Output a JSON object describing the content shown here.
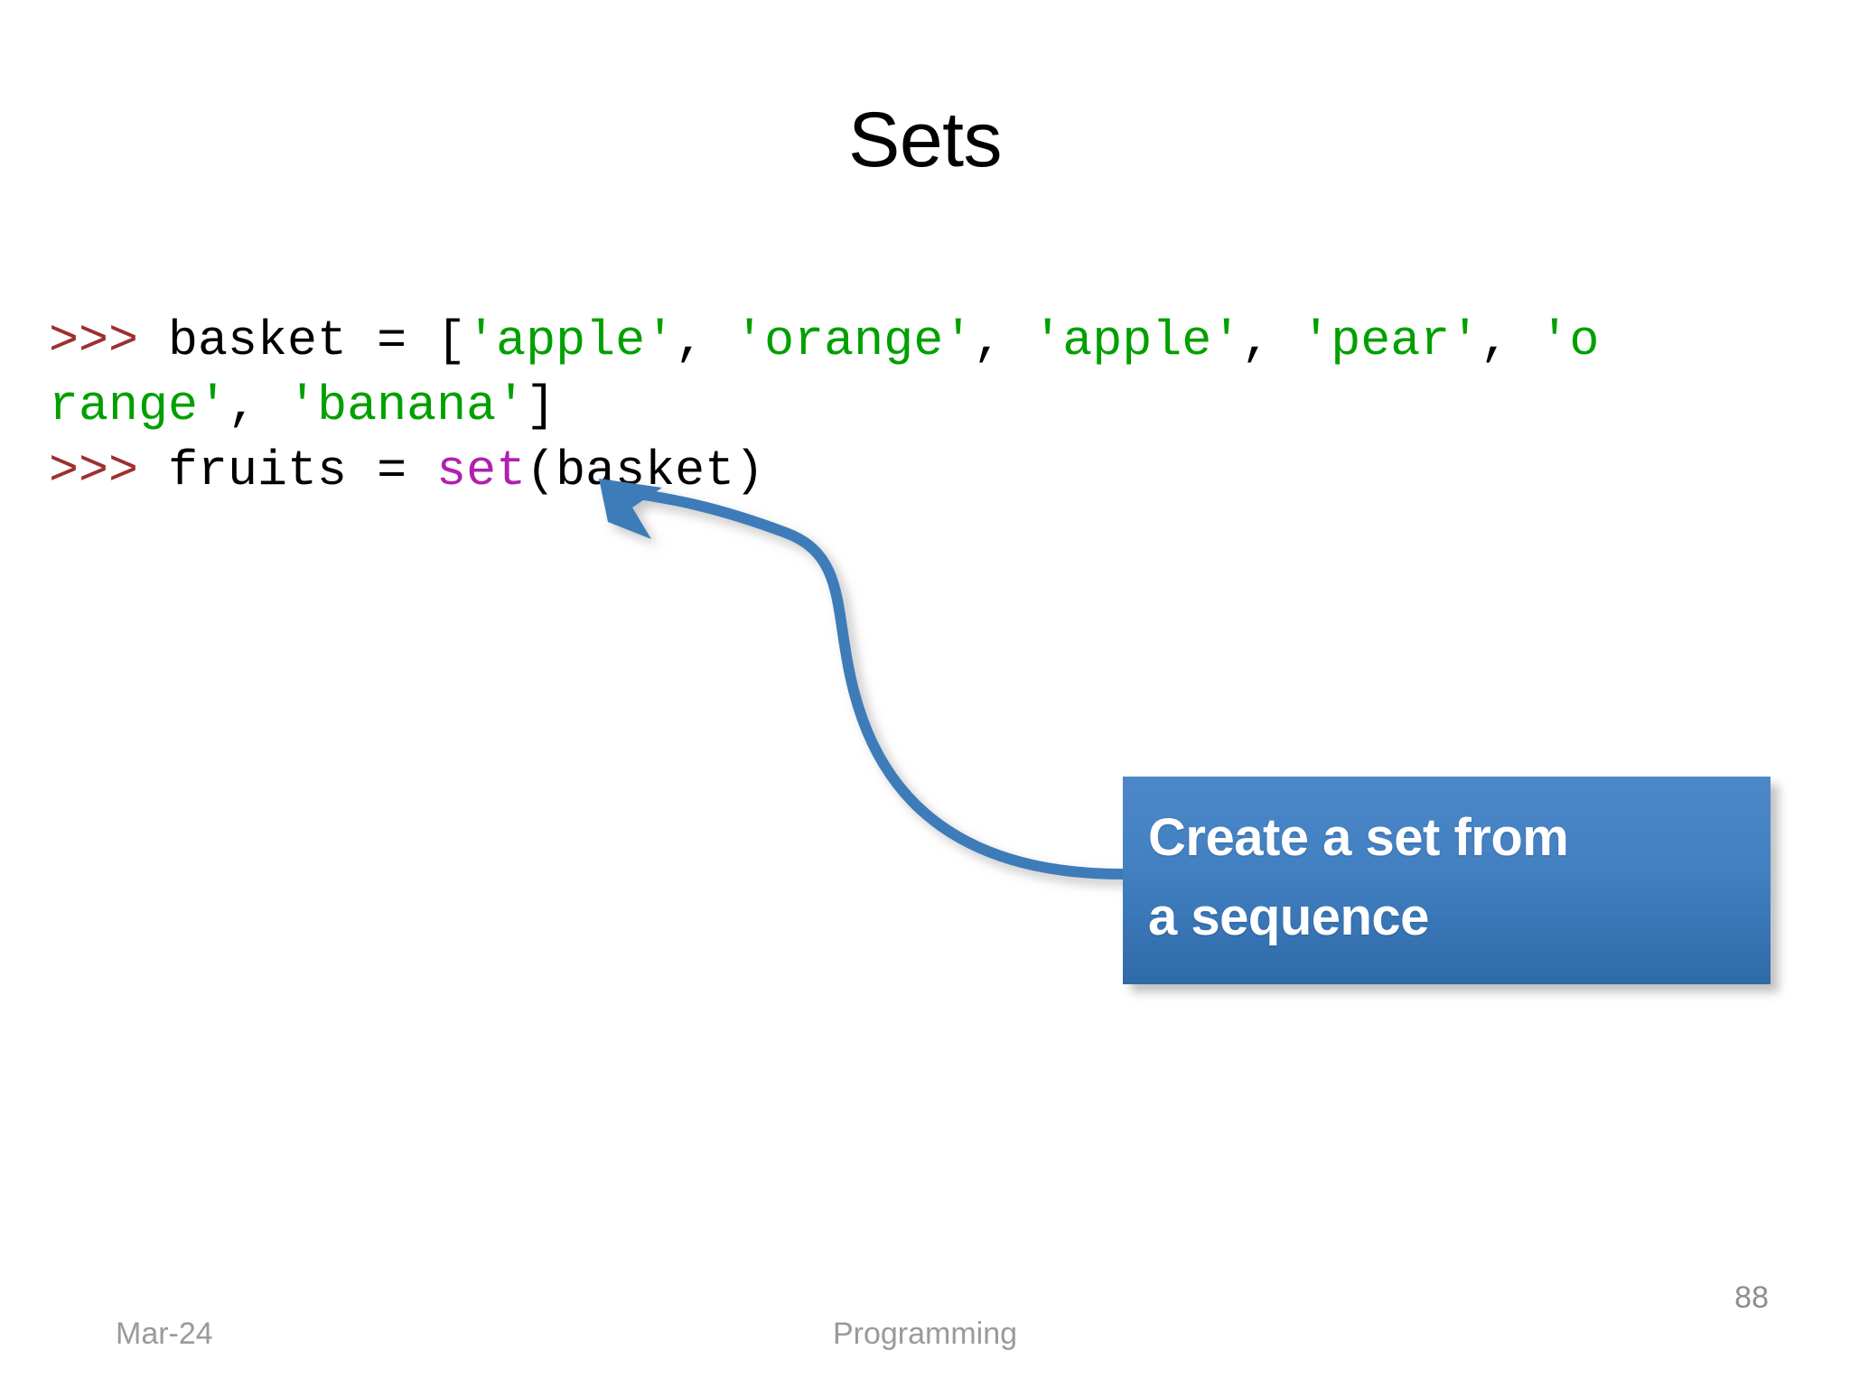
{
  "slide": {
    "title": "Sets",
    "background_color": "#ffffff"
  },
  "code": {
    "font_kind": "monospace-serif",
    "lines": [
      {
        "tokens": [
          {
            "type": "prompt",
            "text": ">>> "
          },
          {
            "type": "plain",
            "text": "basket = ["
          },
          {
            "type": "string",
            "text": "'apple'"
          },
          {
            "type": "plain",
            "text": ", "
          },
          {
            "type": "string",
            "text": "'orange'"
          },
          {
            "type": "plain",
            "text": ", "
          },
          {
            "type": "string",
            "text": "'apple'"
          },
          {
            "type": "plain",
            "text": ", "
          },
          {
            "type": "string",
            "text": "'pear'"
          },
          {
            "type": "plain",
            "text": ", "
          },
          {
            "type": "string",
            "text": "'o"
          }
        ]
      },
      {
        "tokens": [
          {
            "type": "string",
            "text": "range'"
          },
          {
            "type": "plain",
            "text": ", "
          },
          {
            "type": "string",
            "text": "'banana'"
          },
          {
            "type": "plain",
            "text": "]"
          }
        ]
      },
      {
        "tokens": [
          {
            "type": "prompt",
            "text": ">>> "
          },
          {
            "type": "plain",
            "text": "fruits = "
          },
          {
            "type": "builtin",
            "text": "set"
          },
          {
            "type": "plain",
            "text": "(basket)"
          }
        ]
      }
    ],
    "colors": {
      "prompt": "#9e2f2f",
      "plain": "#000000",
      "string": "#00a000",
      "builtin": "#b020b0"
    }
  },
  "callout": {
    "text": "Create a set from\na sequence",
    "text_color": "#ffffff",
    "fill_top": "#4c87c8",
    "fill_bottom": "#2f6aa8"
  },
  "arrow": {
    "color": "#3e7cb8",
    "points_to": "set(",
    "from": "callout-box-left-edge"
  },
  "footer": {
    "date": "Mar-24",
    "center": "Programming",
    "page_number": "88",
    "color": "#9a9a9a"
  }
}
